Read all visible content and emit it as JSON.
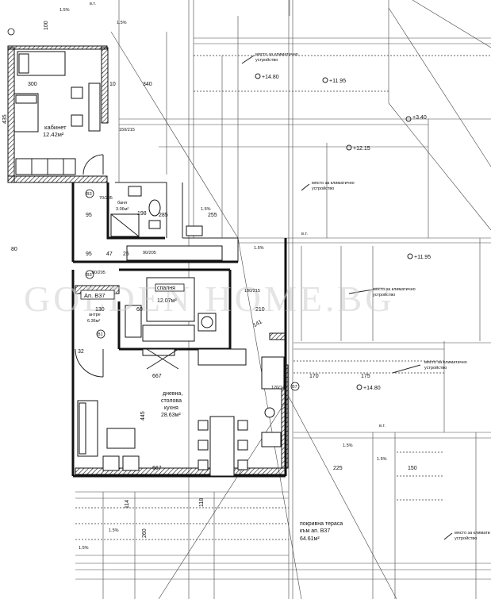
{
  "watermark": "GOLDEN HOME.BG",
  "apartment_tag": "Ап. B37",
  "rooms": {
    "office": {
      "name": "кабинет",
      "area": "12.42м²"
    },
    "bathroom": {
      "name": "баня",
      "area": "3.06м²"
    },
    "bedroom": {
      "name": "спалня",
      "area": "12.07м²"
    },
    "hall": {
      "name": "антре",
      "area": "6.36м²"
    },
    "living": {
      "name_line1": "дневна,",
      "name_line2": "столова",
      "name_line3": "кухня",
      "area": "28.63м²"
    },
    "terrace": {
      "name_line1": "покривна тераса",
      "name_line2": "към ап. B37",
      "area": "64.61м²"
    }
  },
  "notes": {
    "ac_line1": "място за климатично",
    "ac_line2": "устройство",
    "ac_short": "място за климати",
    "level_1480": "+14.80",
    "level_1195": "+11.95",
    "level_1215": "+12.15",
    "level_340": "+3.40",
    "slope": "1.5%",
    "wt": "в.т.",
    "door_b3": "В3",
    "door_b1": "В1",
    "door_b7": "В7"
  },
  "dims": {
    "d300": "300",
    "d10": "10",
    "d340": "340",
    "d435": "435",
    "d95": "95",
    "d47": "47",
    "d25": "25",
    "d130": "130",
    "d60": "60",
    "d32": "32",
    "d667": "667",
    "d445": "445",
    "d225": "225",
    "d150": "150",
    "d175": "175",
    "d170": "170",
    "d210": "210",
    "d141": "141",
    "d260": "260",
    "d285": "285",
    "d255": "255",
    "d114": "114",
    "d118": "118",
    "d100": "100",
    "d198": "198",
    "d80": "80",
    "d150_215": "150/215",
    "d70_205": "70/205",
    "d90_205": "90/205",
    "d80_205": "80/205",
    "d180_215": "180/215",
    "d120_140": "120/140"
  }
}
